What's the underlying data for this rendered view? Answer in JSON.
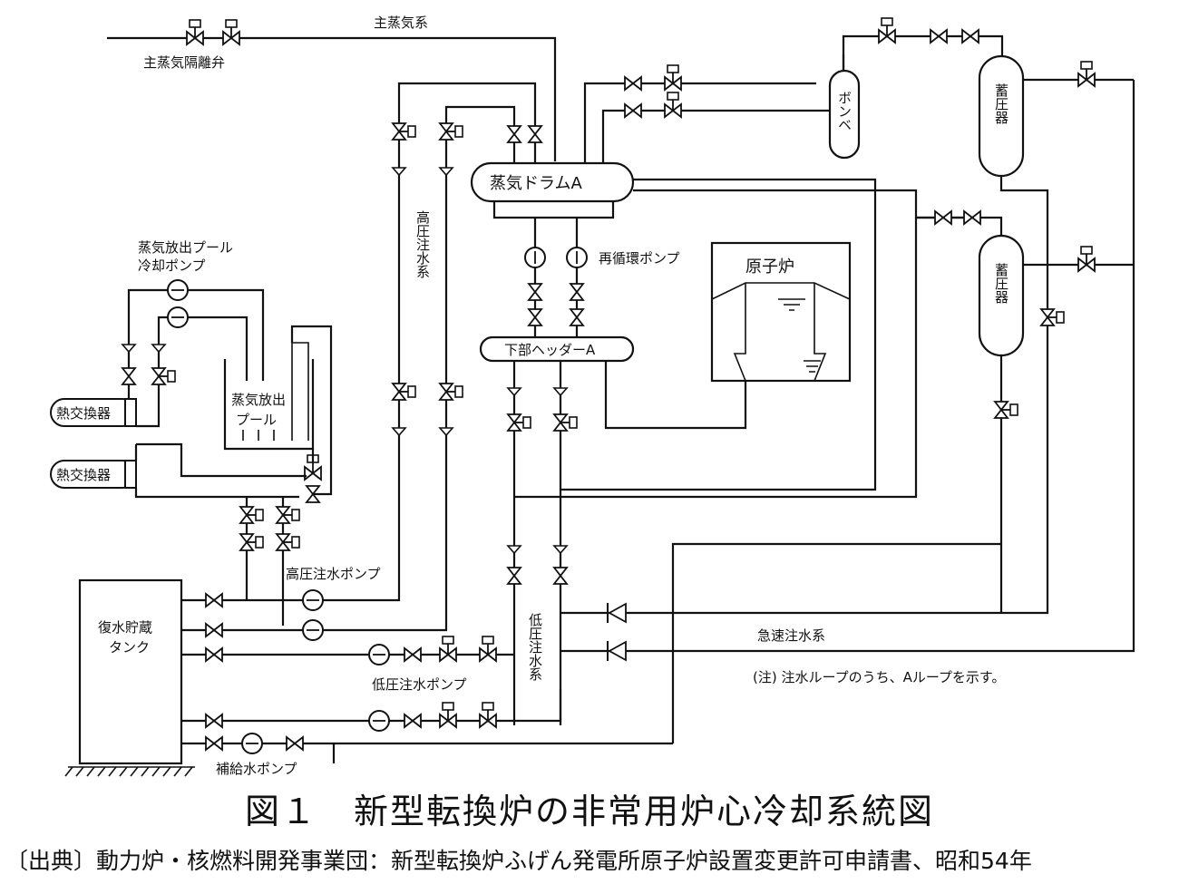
{
  "labels": {
    "main_steam_system": "主蒸気系",
    "main_steam_isolation_valve": "主蒸気隔離弁",
    "steam_drum_a": "蒸気ドラムA",
    "recirculation_pump": "再循環ポンプ",
    "lower_header_a": "下部ヘッダーA",
    "reactor": "原子炉",
    "cylinder": "ボンベ",
    "accumulator_upper": "蓄圧器",
    "accumulator_lower": "蓄圧器",
    "hp_injection_system": "高圧注水系",
    "steam_pool_cooling_pump_line1": "蒸気放出プール",
    "steam_pool_cooling_pump_line2": "冷却ポンプ",
    "heat_exchanger_1": "熱交換器",
    "heat_exchanger_2": "熱交換器",
    "steam_pool_line1": "蒸気放出",
    "steam_pool_line2": "プール",
    "hp_injection_pump": "高圧注水ポンプ",
    "condensate_tank_line1": "復水貯蔵",
    "condensate_tank_line2": "タンク",
    "lp_injection_pump": "低圧注水ポンプ",
    "lp_injection_system": "低圧注水系",
    "rapid_injection_system": "急速注水系",
    "note": "(注) 注水ループのうち、Aループを示す。",
    "makeup_pump": "補給水ポンプ"
  },
  "figure_title": "図１　新型転換炉の非常用炉心冷却系統図",
  "source": "〔出典〕動力炉・核燃料開発事業団：新型転換炉ふげん発電所原子炉設置変更許可申請書、昭和54年"
}
